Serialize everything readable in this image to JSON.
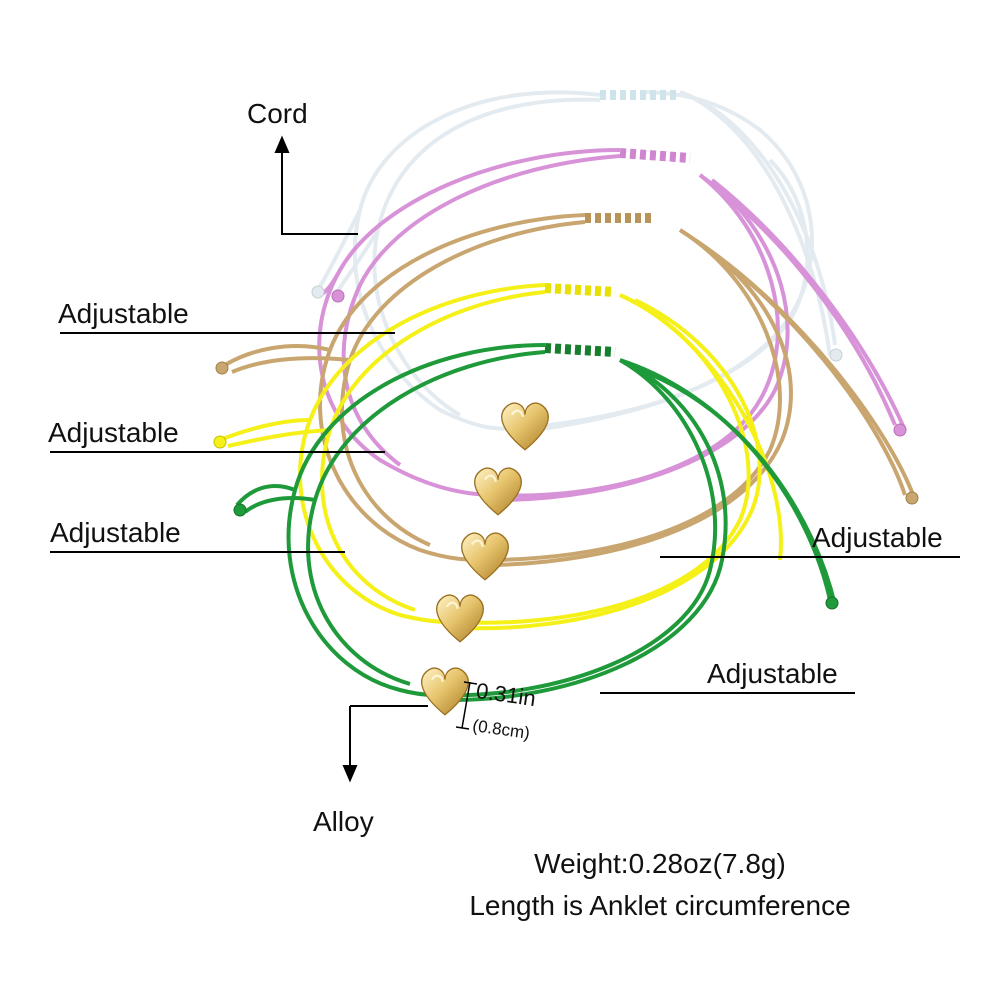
{
  "labels": {
    "cord": "Cord",
    "adjustable_1": "Adjustable",
    "adjustable_2": "Adjustable",
    "adjustable_3": "Adjustable",
    "adjustable_4": "Adjustable",
    "adjustable_5": "Adjustable",
    "alloy": "Alloy"
  },
  "measurement": {
    "inches": "0.31in",
    "cm": "(0.8cm)"
  },
  "footer": {
    "weight": "Weight:0.28oz(7.8g)",
    "length": "Length is Anklet circumference"
  },
  "colors": {
    "white_cord": "#e8eef3",
    "pink_cord": "#d890d8",
    "tan_cord": "#c8a870",
    "yellow_cord": "#f5f020",
    "green_cord": "#1e9a3a",
    "gold_heart": "#d9b25a",
    "leader_line": "#000000"
  }
}
